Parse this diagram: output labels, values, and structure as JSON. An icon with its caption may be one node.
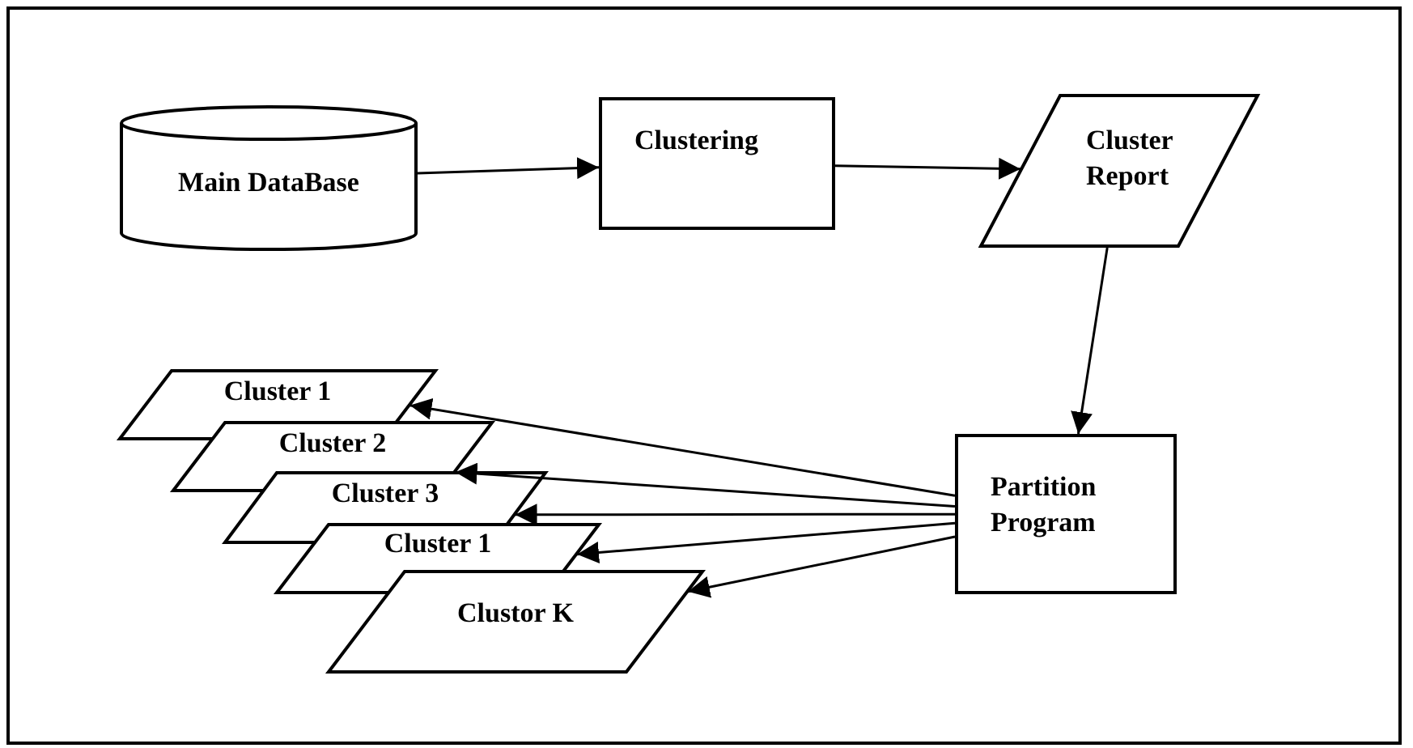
{
  "diagram": {
    "nodes": [
      {
        "text": [
          "Main DataBase"
        ]
      },
      {
        "text": [
          "Clustering"
        ]
      },
      {
        "text": [
          "Cluster Report"
        ]
      },
      {
        "text": [
          "Partition Program"
        ]
      },
      {
        "text": [
          "Cluster 1"
        ]
      },
      {
        "text": [
          "Cluster 2"
        ]
      },
      {
        "text": [
          "Cluster 3"
        ]
      },
      {
        "text": [
          "Cluster 1"
        ]
      },
      {
        "text": [
          "Clustor K"
        ]
      }
    ],
    "edges": [
      {
        "from": 0,
        "to": 1,
        "arrow": "to"
      },
      {
        "from": 1,
        "to": 2,
        "arrow": "to"
      },
      {
        "from": 2,
        "to": 3,
        "arrow": "to"
      },
      {
        "from": 3,
        "to": 4,
        "arrow": "to"
      },
      {
        "from": 3,
        "to": 5,
        "arrow": "to"
      },
      {
        "from": 3,
        "to": 6,
        "arrow": "to"
      },
      {
        "from": 3,
        "to": 7,
        "arrow": "to"
      },
      {
        "from": 3,
        "to": 8,
        "arrow": "to"
      }
    ]
  }
}
